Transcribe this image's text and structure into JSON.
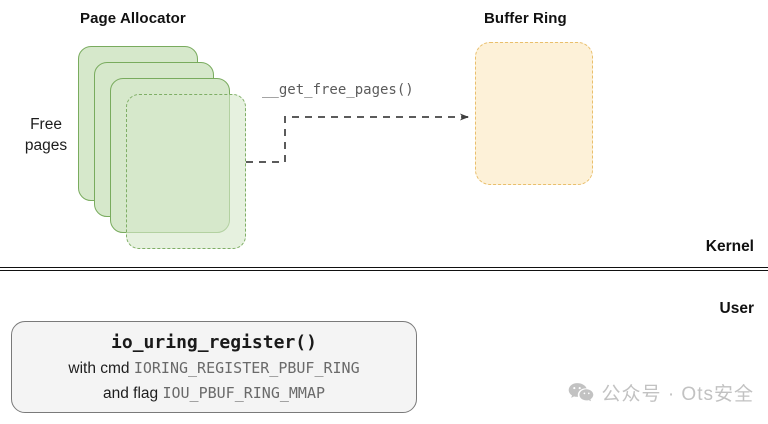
{
  "diagram": {
    "title_page_allocator": "Page Allocator",
    "title_buffer_ring": "Buffer Ring",
    "free_pages_label": "Free\npages",
    "free_pages_line1": "Free",
    "free_pages_line2": "pages",
    "arrow_label": "__get_free_pages()",
    "page_card_count": 3,
    "page_card_dashed_count": 1
  },
  "boundary": {
    "kernel_label": "Kernel",
    "user_label": "User"
  },
  "user_call_box": {
    "call": "io_uring_register()",
    "cmd_prefix": "with cmd ",
    "cmd_value": "IORING_REGISTER_PBUF_RING",
    "flag_prefix": "and flag ",
    "flag_value": "IOU_PBUF_RING_MMAP"
  },
  "watermark": {
    "icon": "wechat-icon",
    "text": "公众号 · Ots安全"
  },
  "colors": {
    "page_card_fill": "#d6e8cb",
    "page_card_stroke": "#79ab5e",
    "buffer_ring_fill": "#fdf1d8",
    "buffer_ring_stroke": "#e9bf6c",
    "call_box_fill": "#f4f4f4",
    "call_box_stroke": "#7a7a7a",
    "connector_stroke": "#5b5b5b",
    "divider_stroke": "#111111",
    "watermark_color": "#c2c2c2"
  }
}
